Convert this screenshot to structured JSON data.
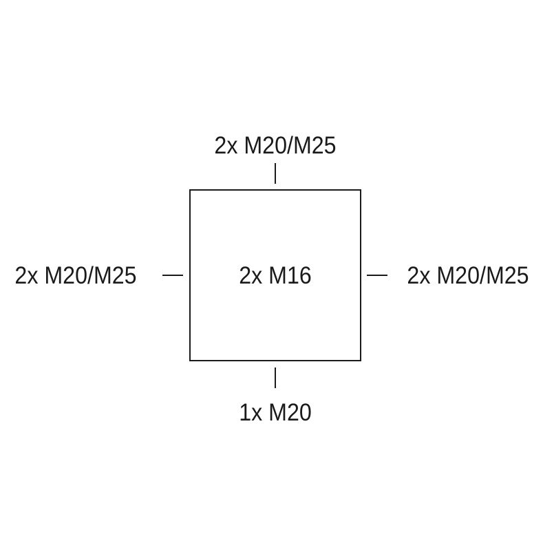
{
  "diagram": {
    "top_label": "2x M20/M25",
    "left_label": "2x M20/M25",
    "right_label": "2x M20/M25",
    "bottom_label": "1x M20",
    "center_label": "2x M16"
  }
}
